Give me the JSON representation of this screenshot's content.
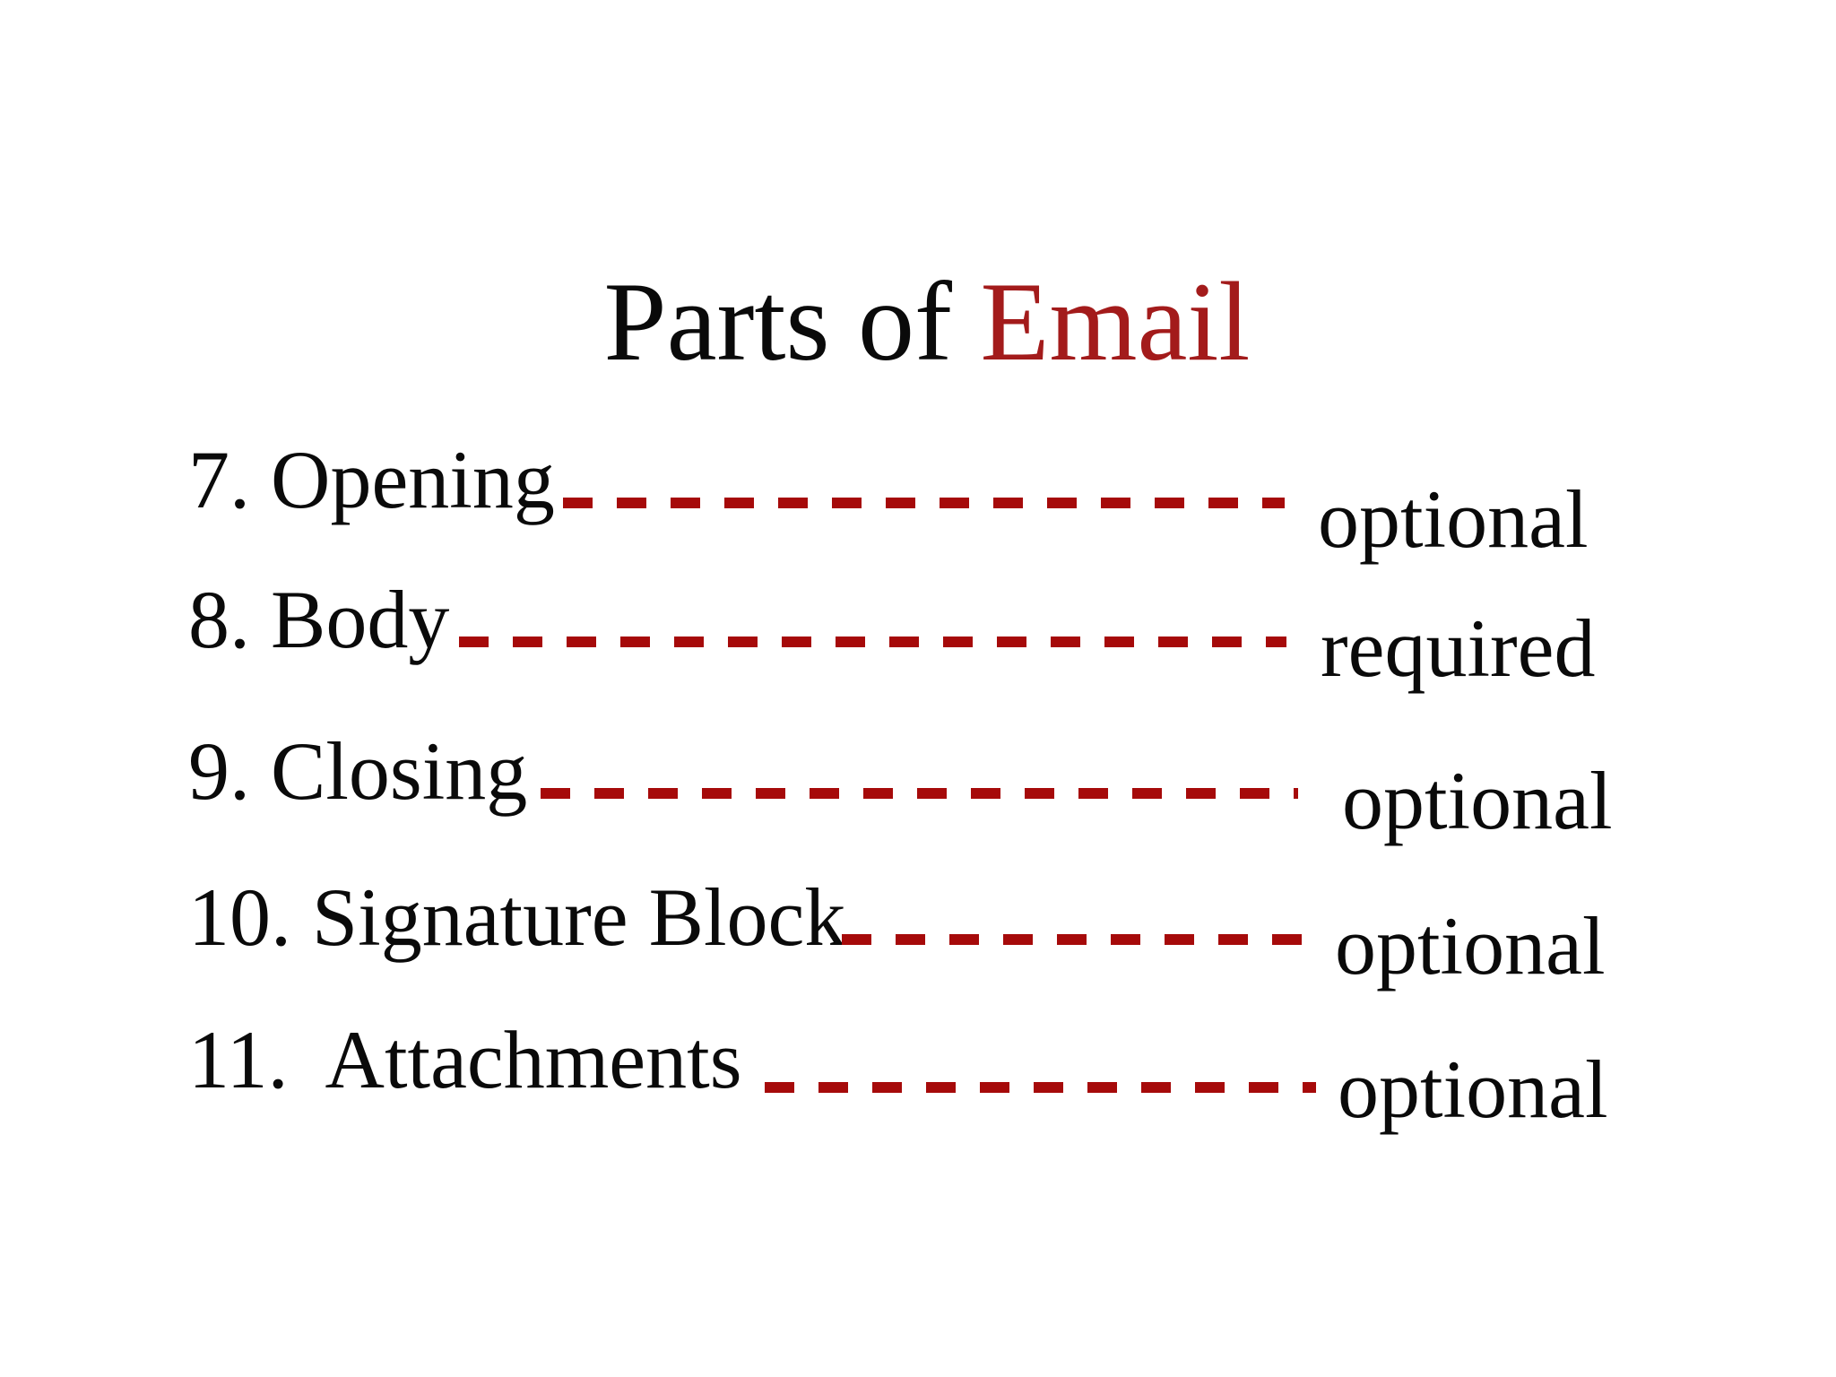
{
  "title": {
    "prefix": "Parts of ",
    "highlight": "Email"
  },
  "colors": {
    "title_accent_red": "#a31b1b",
    "dash_red": "#a60a0a",
    "text_black": "#0a0a0a",
    "background": "#ffffff"
  },
  "items": [
    {
      "number": "7.",
      "label": "Opening",
      "text": "7. Opening",
      "status": "optional"
    },
    {
      "number": "8.",
      "label": "Body",
      "text": "8. Body",
      "status": "required"
    },
    {
      "number": "9.",
      "label": "Closing",
      "text": "9. Closing",
      "status": "optional"
    },
    {
      "number": "10.",
      "label": "Signature Block",
      "text": "10. Signature Block",
      "status": "optional"
    },
    {
      "number": "11.",
      "label": "Attachments",
      "text": "11.  Attachments",
      "status": "optional"
    }
  ]
}
